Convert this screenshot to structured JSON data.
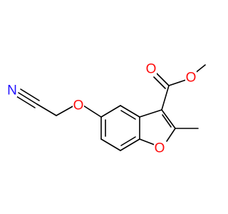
{
  "molecule": {
    "atoms": {
      "nitrile_n": {
        "text": "N",
        "color": "#1f10ff"
      },
      "ether_o": {
        "text": "O",
        "color": "#ff0d0d"
      },
      "furan_o": {
        "text": "O",
        "color": "#ff0d0d"
      },
      "carbonyl_o": {
        "text": "O",
        "color": "#ff0d0d"
      },
      "ester_o": {
        "text": "O",
        "color": "#ff0d0d"
      }
    }
  }
}
